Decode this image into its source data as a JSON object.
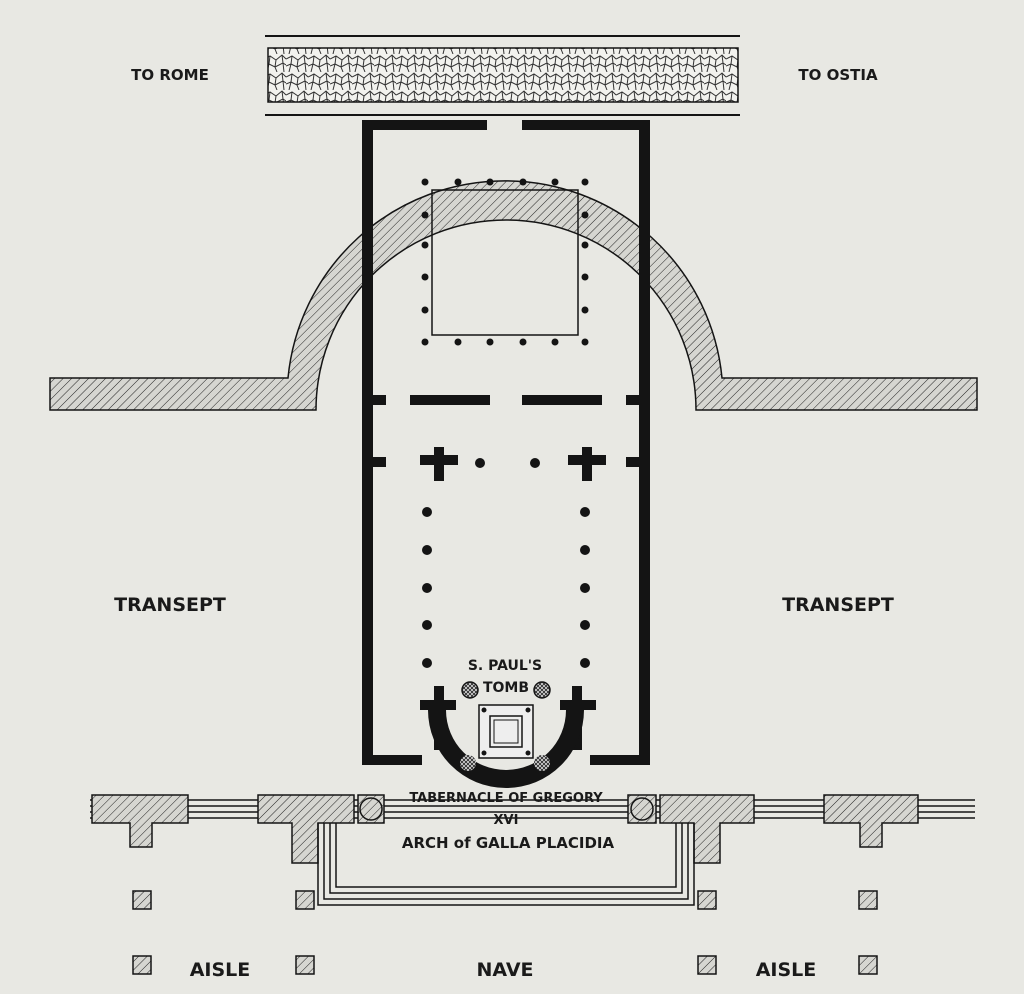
{
  "labels": {
    "to_rome": "TO ROME",
    "to_ostia": "TO OSTIA",
    "transept_left": "TRANSEPT",
    "transept_right": "TRANSEPT",
    "tomb_line1": "S. PAUL'S",
    "tomb_line2": "TOMB",
    "tabernacle_line1": "TABERNACLE OF GREGORY",
    "tabernacle_line2": "XVI",
    "arch": "ARCH of GALLA PLACIDIA",
    "aisle_left": "AISLE",
    "nave": "NAVE",
    "aisle_right": "AISLE"
  },
  "colors": {
    "ink": "#141414",
    "paper": "#e8e8e3",
    "hatch_fill": "#cfcfca"
  }
}
